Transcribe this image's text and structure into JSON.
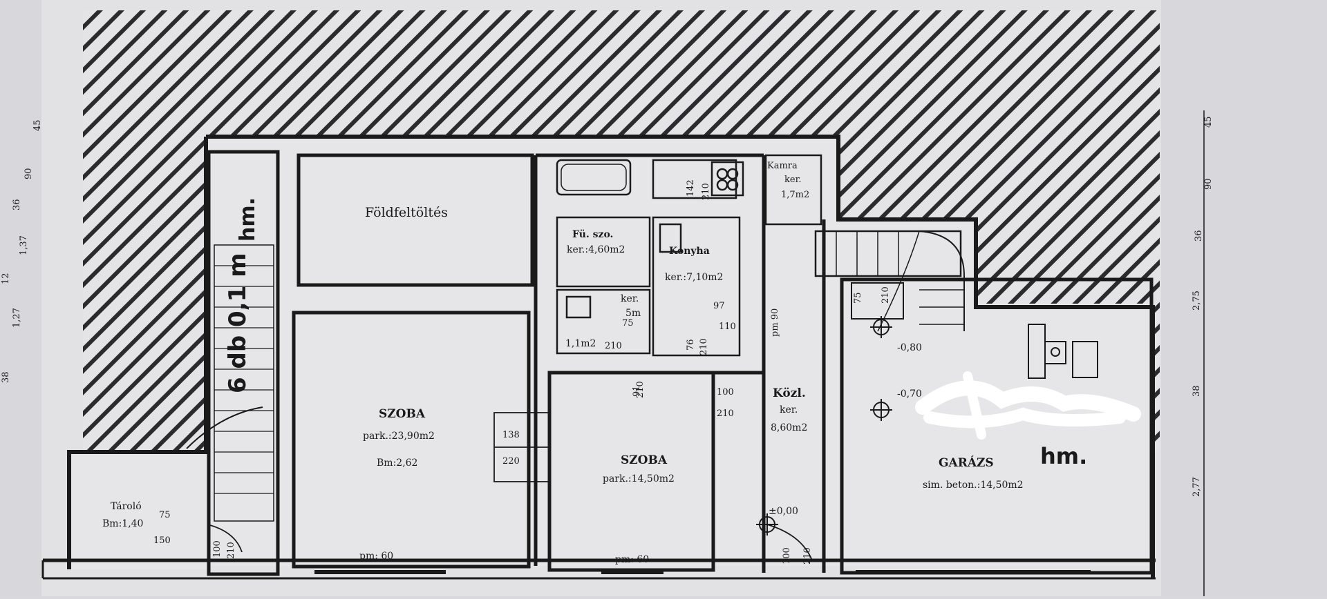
{
  "plan": {
    "rooms": {
      "foldfeltoltes": {
        "name": "Földfeltöltés"
      },
      "szoba1": {
        "name": "SZOBA",
        "area": "park.:23,90m2",
        "height": "Bm:2,62",
        "floor": "pm: 60"
      },
      "szoba2": {
        "name": "SZOBA",
        "area": "park.:14,50m2",
        "floor": "pm: 60"
      },
      "furdo": {
        "name": "Fü. szo.",
        "area": "ker.:4,60m2"
      },
      "wc": {
        "name": "ker.",
        "area": "1,1m2",
        "extra": "5m"
      },
      "konyha": {
        "name": "Konyha",
        "area": "ker.:7,10m2"
      },
      "kamra": {
        "name": "Kamra",
        "area": "ker.",
        "extra": "1,7m2"
      },
      "kozl": {
        "name": "Közl.",
        "area": "ker.",
        "extra": "8,60m2"
      },
      "garazs": {
        "name": "GARÁZS",
        "area": "sim. beton.:14,50m2"
      },
      "tarolo": {
        "name": "Tároló",
        "height": "Bm:1,40"
      }
    },
    "dims": {
      "d142": "142",
      "d210a": "210",
      "d97": "97",
      "d110": "110",
      "d76": "76",
      "d210b": "210",
      "d91": "91",
      "d210c": "210",
      "d100": "100",
      "d210d": "210",
      "d138": "138",
      "d220": "220",
      "d75": "75",
      "d210e": "210",
      "d100b": "100",
      "d210f": "210",
      "d100c": "100",
      "d210g": "210",
      "d75b": "75",
      "d150": "150",
      "d75c": "75",
      "d210h": "210",
      "pm90": "pm 90"
    },
    "levels": {
      "l080": "-0,80",
      "l070": "-0,70",
      "l000": "±0,00"
    },
    "side_right": {
      "r45": "45",
      "r90": "90",
      "r36": "36",
      "r275": "2,75",
      "r38": "38",
      "r277": "2,77"
    },
    "side_left": {
      "a45": "45",
      "a90": "90",
      "a36": "36",
      "a137": "1,37",
      "a12": "12",
      "a127": "1,27",
      "a38": "38"
    },
    "handwritten": {
      "note": "6 db 0,1 m",
      "hm": "hm."
    }
  }
}
